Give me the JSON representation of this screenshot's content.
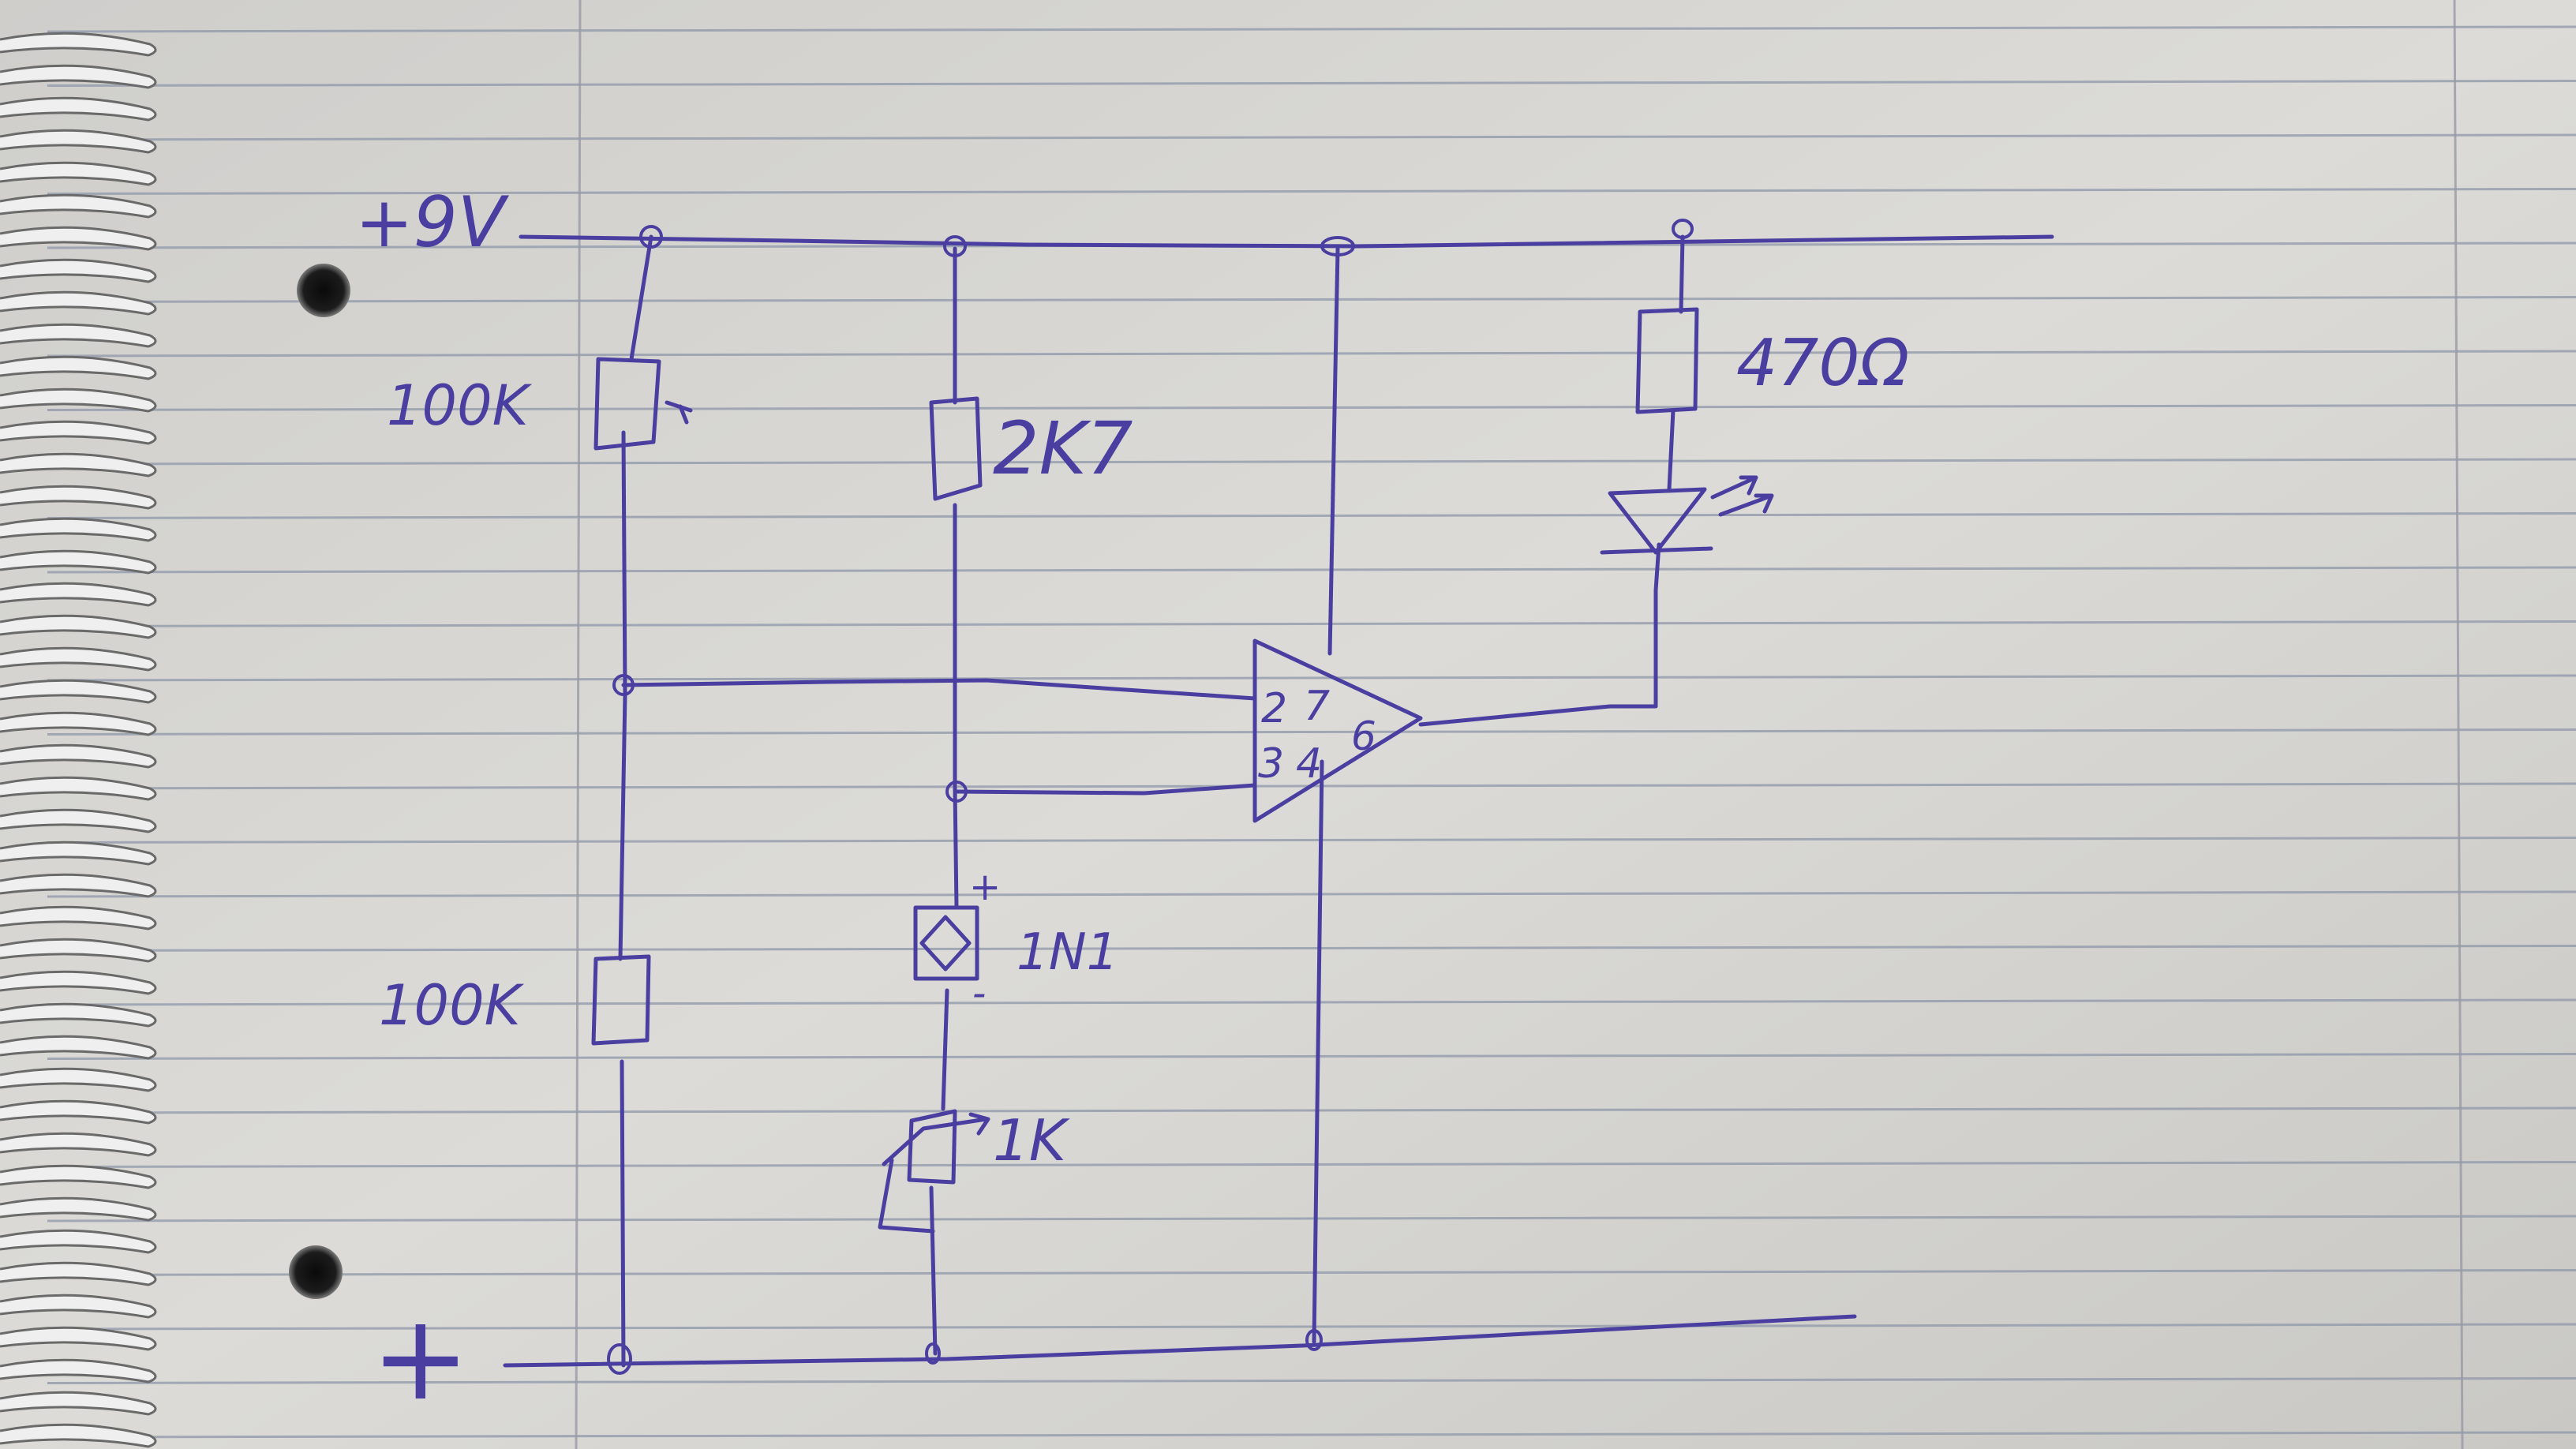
{
  "diagram": {
    "rails": {
      "supply_label": "+9V",
      "ground_label": "+"
    },
    "components": {
      "r_top_left": "100K",
      "r_bottom_left": "100K",
      "r_middle": "2K7",
      "r_led": "470Ω",
      "diode": "1N1",
      "trimmer": "1K",
      "diode_plus": "+",
      "diode_minus": "-"
    },
    "opamp_pins": {
      "in_minus": "2",
      "in_plus": "3",
      "vplus": "7",
      "vminus": "4",
      "output": "6"
    },
    "colors": {
      "paper": "#d4d3cf",
      "rule_line": "#8f97a8",
      "margin_line": "#9a9aa6",
      "ink": "#4a3fa0",
      "hole": "#1c1c1c",
      "spiral": "#f2f2f2"
    }
  }
}
